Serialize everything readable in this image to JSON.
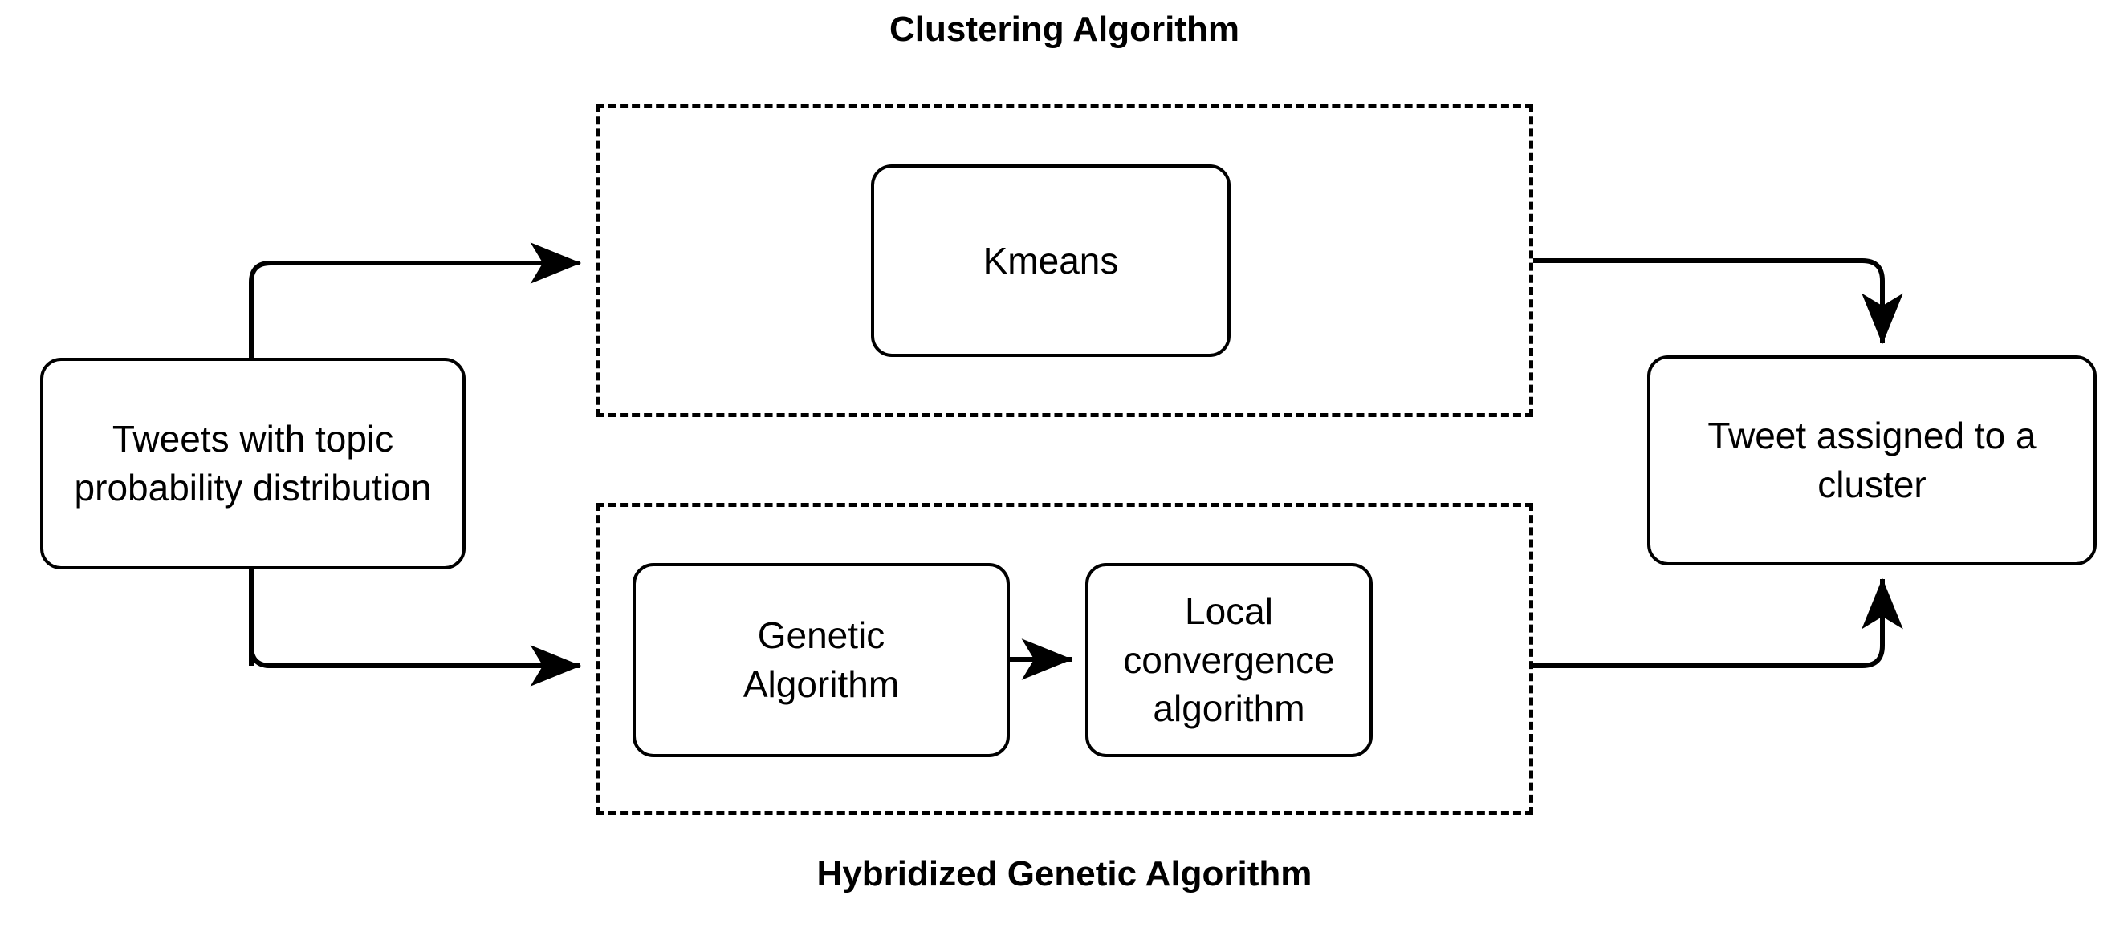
{
  "diagram": {
    "title_top": "Clustering Algorithm",
    "title_bottom": "Hybridized Genetic Algorithm",
    "nodes": {
      "input": "Tweets with topic\nprobability distribution",
      "kmeans": "Kmeans",
      "genetic": "Genetic\nAlgorithm",
      "local_convergence": "Local convergence\nalgorithm",
      "output": "Tweet assigned to a\ncluster"
    },
    "groups": {
      "clustering": "Clustering Algorithm",
      "hybridized": "Hybridized Genetic Algorithm"
    },
    "colors": {
      "stroke": "#000000",
      "fill": "#ffffff",
      "text": "#000000"
    },
    "edges": [
      {
        "from": "input",
        "to": "clustering-group",
        "style": "elbow-arrow"
      },
      {
        "from": "input",
        "to": "hybridized-group",
        "style": "elbow-arrow"
      },
      {
        "from": "clustering-group",
        "to": "output",
        "style": "elbow-arrow"
      },
      {
        "from": "hybridized-group",
        "to": "output",
        "style": "elbow-arrow"
      },
      {
        "from": "genetic",
        "to": "local_convergence",
        "style": "straight-arrow"
      }
    ]
  }
}
